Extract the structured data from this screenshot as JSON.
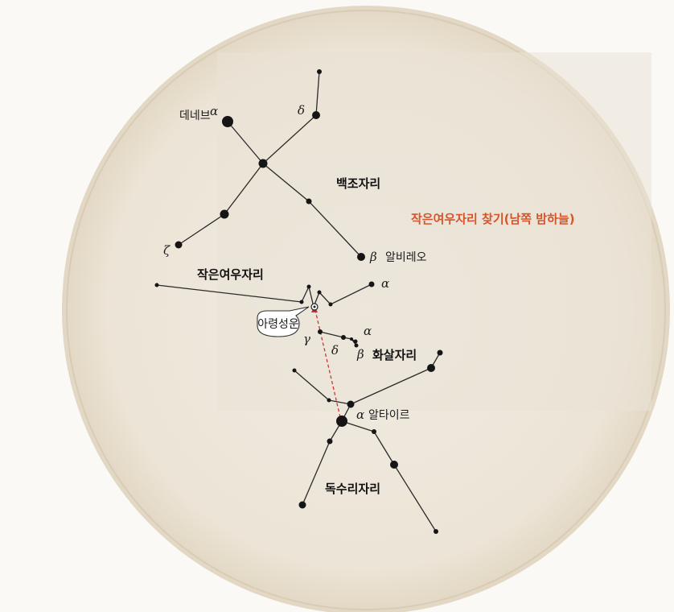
{
  "title": {
    "text": "작은여우자리 찾기(남쪽 밤하늘)",
    "color": "#d4552b"
  },
  "constellations": {
    "cygnus": "백조자리",
    "vulpecula": "작은여우자리",
    "sagitta": "화살자리",
    "aquila": "독수리자리"
  },
  "stars": {
    "deneb": {
      "greek": "α",
      "name": "데네브"
    },
    "cygnus_delta": {
      "greek": "δ"
    },
    "cygnus_zeta": {
      "greek": "ζ"
    },
    "albireo": {
      "greek": "β",
      "name": "알비레오"
    },
    "vulpecula_alpha": {
      "greek": "α"
    },
    "sagitta_gamma": {
      "greek": "γ"
    },
    "sagitta_delta": {
      "greek": "δ"
    },
    "sagitta_alpha": {
      "greek": "α"
    },
    "sagitta_beta": {
      "greek": "β"
    },
    "altair": {
      "greek": "α",
      "name": "알타이르"
    }
  },
  "nebula_callout": "아령성운",
  "colors": {
    "pointer_line": "#cc3333",
    "chart_background": "#efe8dc",
    "lines": "#2a2a2a"
  }
}
